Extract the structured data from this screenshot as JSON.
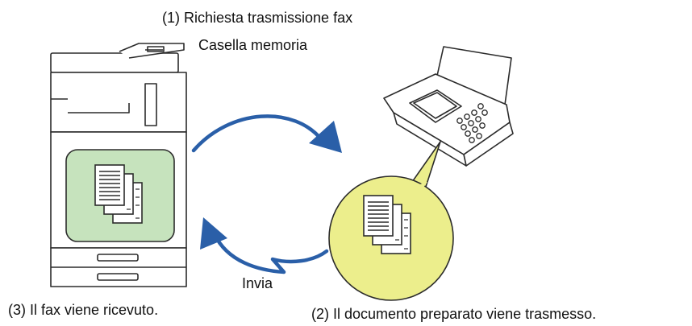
{
  "labels": {
    "step1": "(1) Richiesta trasmissione fax",
    "mailbox": "Casella memoria",
    "send": "Invia",
    "step3": "(3) Il fax viene ricevuto.",
    "step2": "(2) Il documento preparato viene trasmesso."
  },
  "colors": {
    "arrow": "#2a5fa8",
    "mailbox_fill": "#c6e3bd",
    "bubble_fill": "#ecee8c",
    "outline": "#2b2b2b",
    "device_fill": "#ffffff"
  },
  "icons": {
    "mfp": "multifunction-printer-icon",
    "fax": "fax-machine-icon",
    "document": "document-stack-icon"
  }
}
